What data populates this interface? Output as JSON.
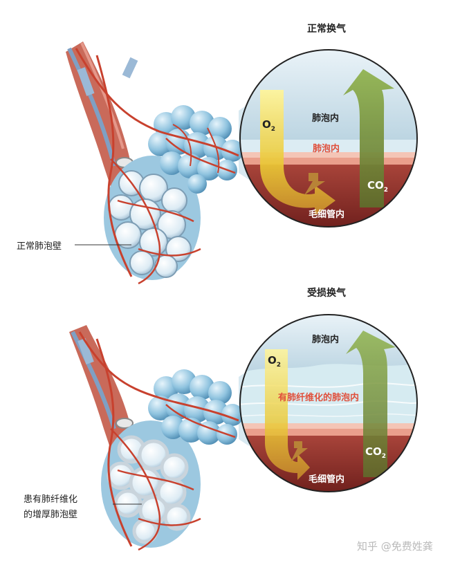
{
  "normal": {
    "title": "正常换气",
    "alveolus_inside": "肺泡内",
    "wall": "肺泡内",
    "capillary_inside": "毛细管内",
    "o2": "O",
    "o2_sub": "2",
    "co2": "CO",
    "co2_sub": "2",
    "wall_label": "正常肺泡壁"
  },
  "damaged": {
    "title": "受损换气",
    "alveolus_inside": "肺泡内",
    "thick_wall": "有肺纤维化的肺泡内",
    "capillary_inside": "毛细管内",
    "o2": "O",
    "o2_sub": "2",
    "co2": "CO",
    "co2_sub": "2",
    "wall_label_line1": "患有肺纤维化",
    "wall_label_line2": "的增厚肺泡壁"
  },
  "watermark": "知乎 @免费姓龚",
  "colors": {
    "alveolus_sky": "#cfe3ee",
    "capillary_red": "#8e2f28",
    "wall_pink": "#f1b8a4",
    "fibrosis": "#d8edf2",
    "o2_yellow": "#f5e431",
    "co2_green": "#7c9a3c",
    "label_red": "#e04f3b"
  }
}
